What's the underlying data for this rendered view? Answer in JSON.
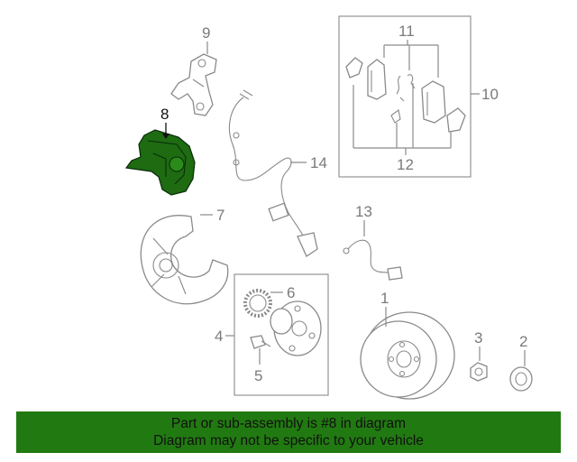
{
  "callouts": {
    "c1": "1",
    "c2": "2",
    "c3": "3",
    "c4": "4",
    "c5": "5",
    "c6": "6",
    "c7": "7",
    "c8": "8",
    "c9": "9",
    "c10": "10",
    "c11": "11",
    "c12": "12",
    "c13": "13",
    "c14": "14"
  },
  "highlight": {
    "part": "8",
    "color": "#1e6b12"
  },
  "banner": {
    "line1": "Part or sub-assembly is #8 in diagram",
    "line2": "Diagram may not be specific to your vehicle",
    "color": "#217a11"
  }
}
